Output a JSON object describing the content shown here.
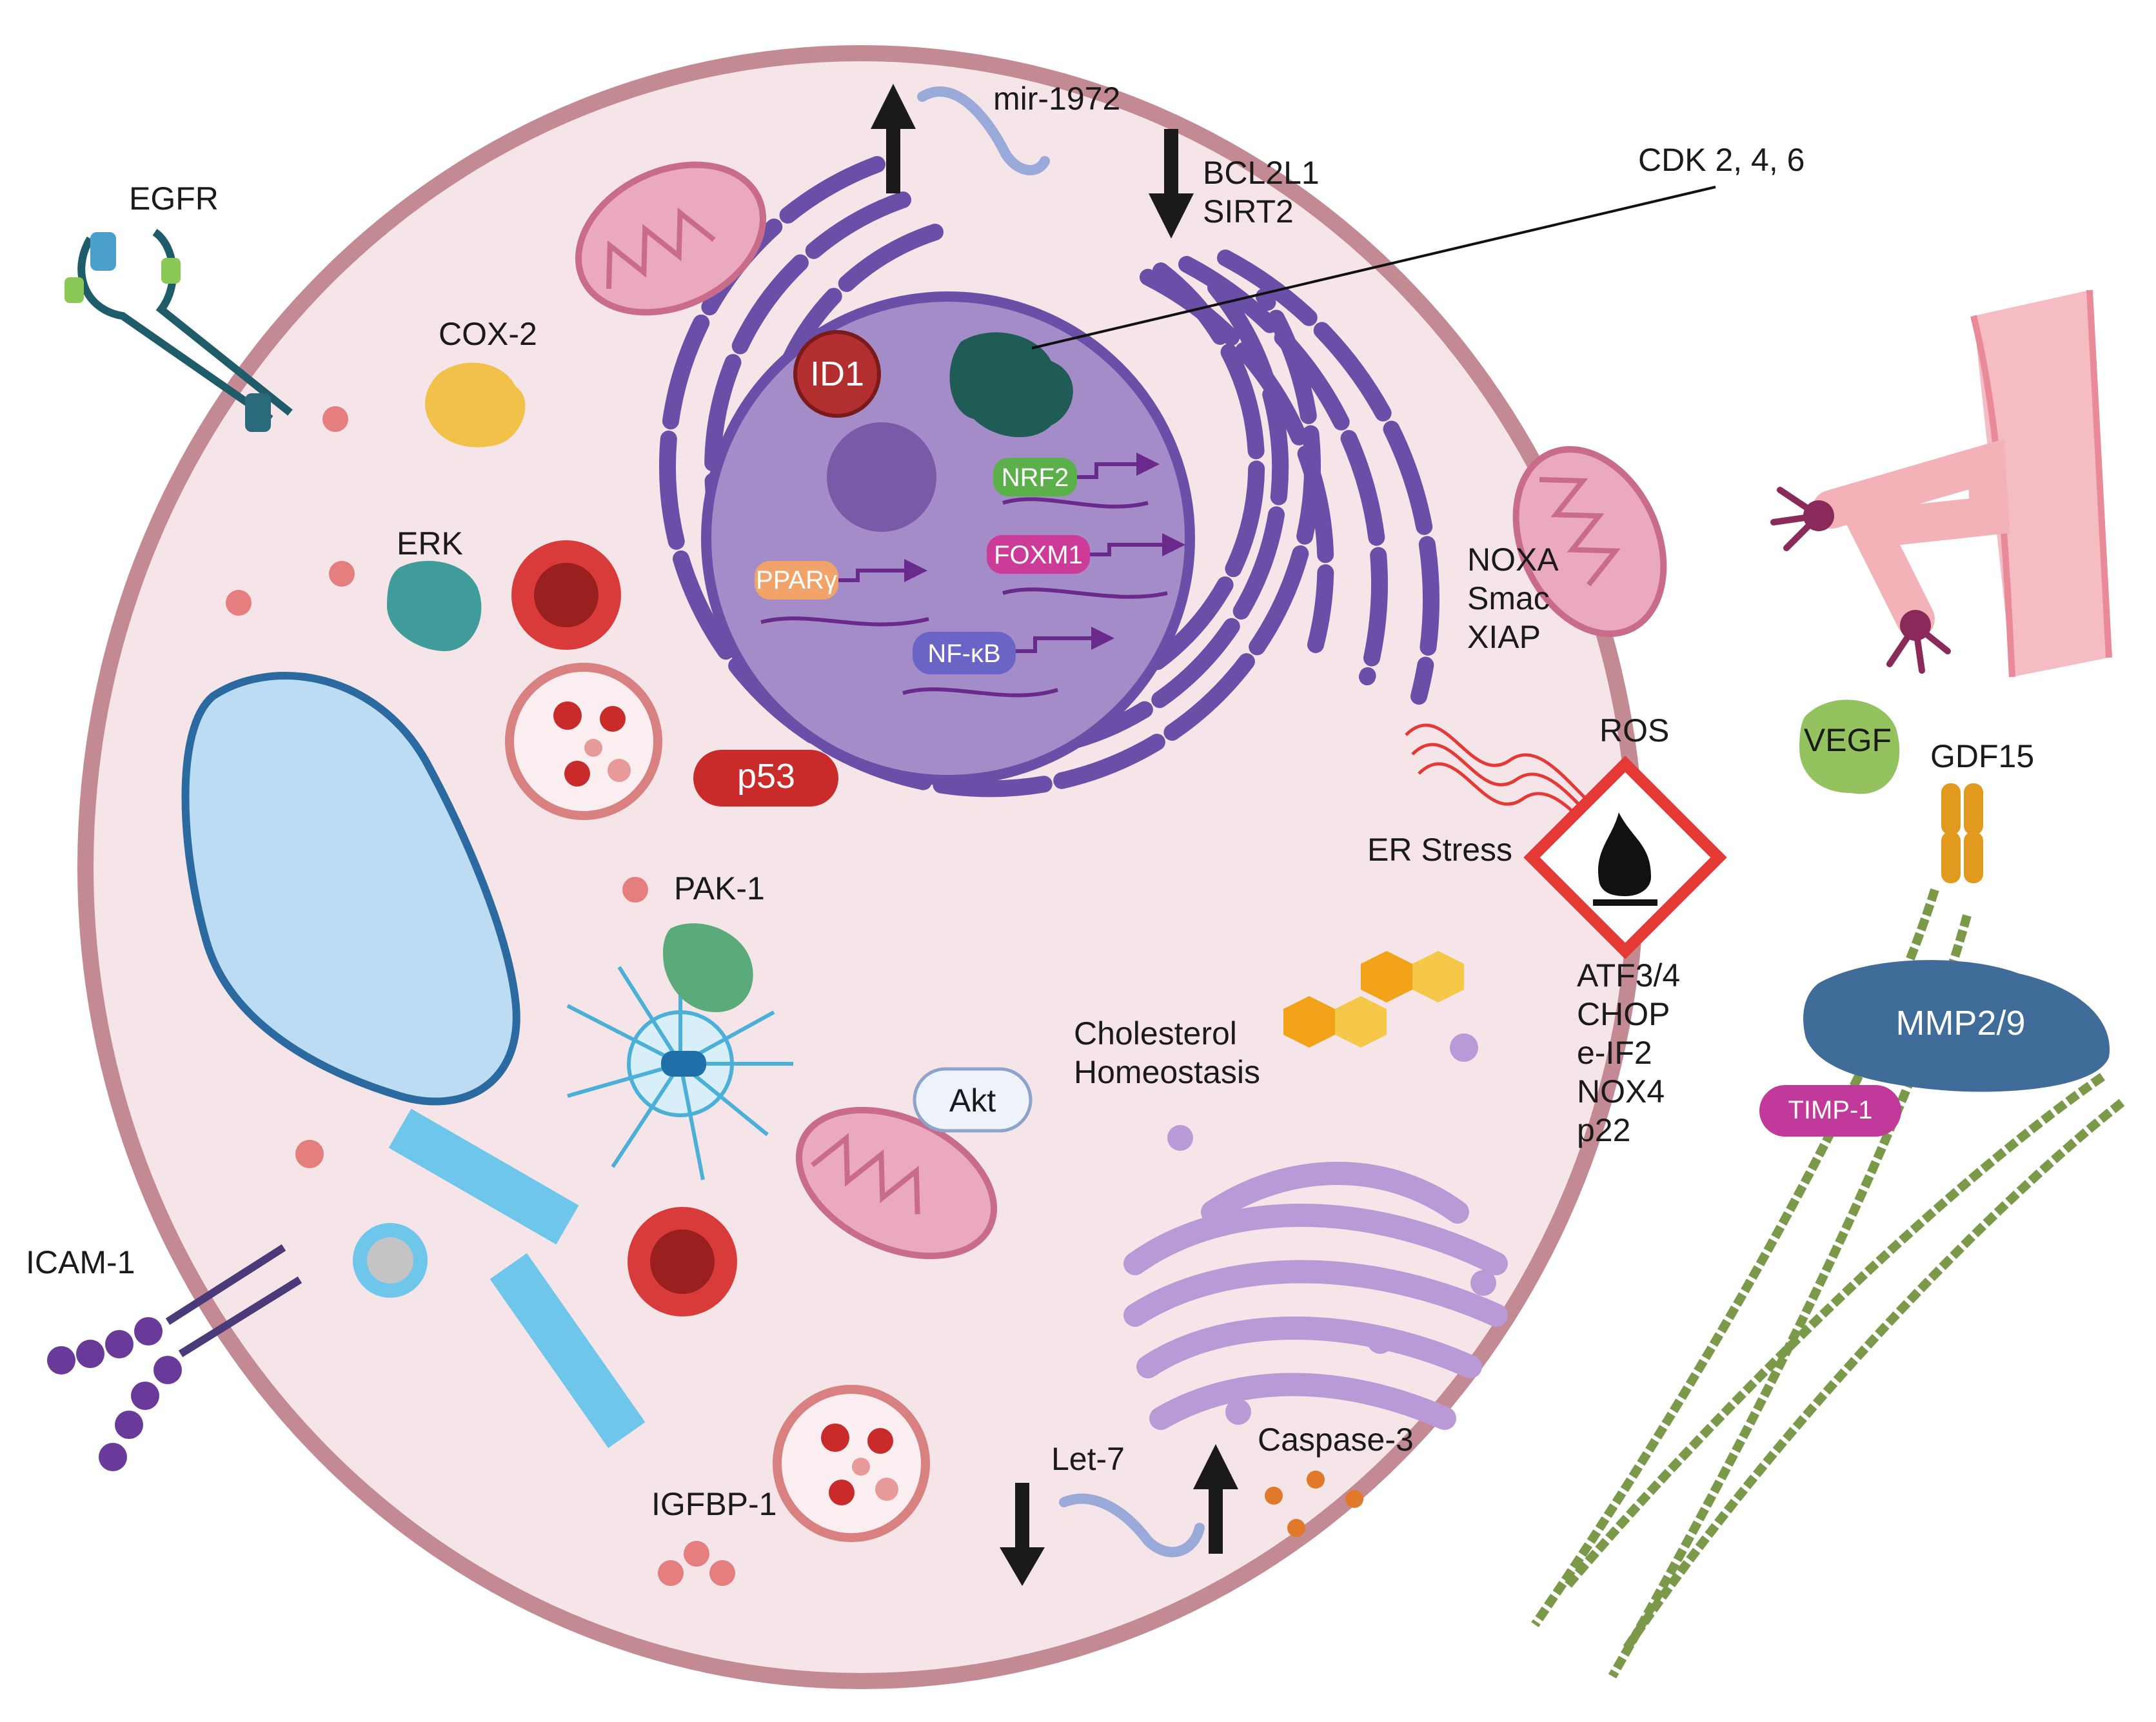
{
  "labels": {
    "egfr": "EGFR",
    "cox2": "COX-2",
    "erk": "ERK",
    "icam1": "ICAM-1",
    "pak1": "PAK-1",
    "akt": "Akt",
    "p53": "p53",
    "id1": "ID1",
    "nrf2": "NRF2",
    "foxm1": "FOXM1",
    "ppar": "PPARγ",
    "nfkb": "NF-κB",
    "mir1972": "mir-1972",
    "bcl2l1": "BCL2L1",
    "sirt2": "SIRT2",
    "cdk": "CDK 2, 4, 6",
    "noxa": "NOXA",
    "smac": "Smac",
    "xiap": "XIAP",
    "ros": "ROS",
    "er_stress": "ER Stress",
    "atf": "ATF3/4",
    "chop": "CHOP",
    "eif2": "e-IF2",
    "nox4": "NOX4",
    "p22": "p22",
    "cholesterol_1": "Cholesterol",
    "cholesterol_2": "Homeostasis",
    "igfbp1": "IGFBP-1",
    "let7": "Let-7",
    "caspase3": "Caspase-3",
    "vegf": "VEGF",
    "gdf15": "GDF15",
    "mmp": "MMP2/9",
    "timp1": "TIMP-1"
  },
  "colors": {
    "cell_fill": "#f5e4e8",
    "cell_border": "#c48a93",
    "nucleus": "#a48cc8",
    "er": "#6a4fa8",
    "mitochondria": "#eba9bd",
    "golgi": "#b99ad6",
    "p53": "#c92a2a",
    "id1": "#b32f2f",
    "nrf2": "#5bb04a",
    "foxm1": "#cc3b97",
    "ppar": "#f2a36a",
    "nfkb": "#6a64c7",
    "ros_warning": "#e53935",
    "vegf": "#93c25e",
    "gdf15": "#e29a1e",
    "mmp": "#3f6c98",
    "timp1": "#c1399a"
  },
  "icons": [
    "egfr-receptor-icon",
    "icam-receptor-icon",
    "mitochondrion-icon",
    "erythrocyte-icon",
    "lysosome-icon",
    "vacuole-icon",
    "centrosome-icon",
    "golgi-icon",
    "cholesterol-molecule-icon",
    "flammable-warning-icon",
    "blood-vessel-icon",
    "collagen-fiber-icon",
    "rna-strand-icon",
    "up-arrow-icon",
    "down-arrow-icon"
  ]
}
